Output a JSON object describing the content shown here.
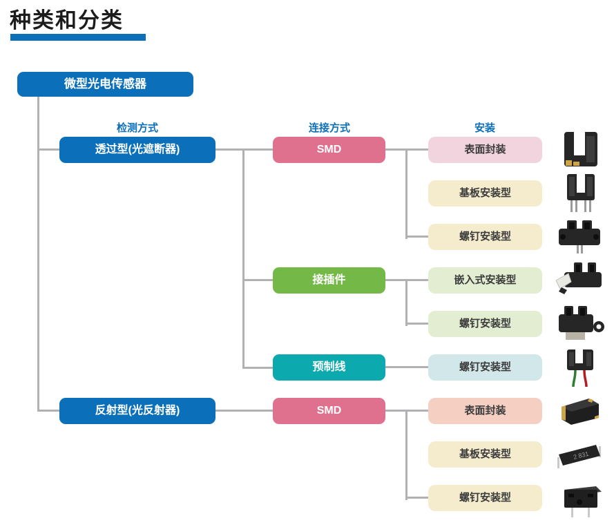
{
  "title": "种类和分类",
  "root": {
    "label": "微型光电传感器"
  },
  "headers": {
    "detection": "检测方式",
    "connection": "连接方式",
    "mounting": "安装"
  },
  "nodes": {
    "detection": [
      {
        "label": "透过型(光遮断器)"
      },
      {
        "label": "反射型(光反射器)"
      }
    ],
    "connection": [
      {
        "label": "SMD"
      },
      {
        "label": "接插件"
      },
      {
        "label": "预制线"
      },
      {
        "label": "SMD"
      }
    ],
    "mounting": [
      {
        "label": "表面封装"
      },
      {
        "label": "基板安装型"
      },
      {
        "label": "螺钉安装型"
      },
      {
        "label": "嵌入式安装型"
      },
      {
        "label": "螺钉安装型"
      },
      {
        "label": "螺钉安装型"
      },
      {
        "label": "表面封装"
      },
      {
        "label": "基板安装型"
      },
      {
        "label": "螺钉安装型"
      }
    ]
  },
  "products": [
    {
      "icon": "slot-sensor-surface-mount-photo"
    },
    {
      "icon": "slot-sensor-board-mount-photo"
    },
    {
      "icon": "slot-sensor-screw-mount-photo"
    },
    {
      "icon": "slot-sensor-connector-photo"
    },
    {
      "icon": "slot-sensor-screw-mount-ear-photo"
    },
    {
      "icon": "slot-sensor-prewired-photo"
    },
    {
      "icon": "reflective-sensor-smd-chip-photo",
      "marking": ""
    },
    {
      "icon": "reflective-sensor-board-mount-photo",
      "marking": "2 831"
    },
    {
      "icon": "reflective-sensor-screw-mount-photo"
    }
  ],
  "colors": {
    "brand_blue": "#0b70b9",
    "pink": "#e0718e",
    "green": "#74b848",
    "teal": "#0ca9ae",
    "light_pink": "#f2d4de",
    "cream": "#f5ecce",
    "light_green": "#e3edd2",
    "light_cyan": "#d2e7e9",
    "light_salmon": "#f6cfc3",
    "line_gray": "#b1b1b4",
    "title_text": "#1c1c1c"
  }
}
